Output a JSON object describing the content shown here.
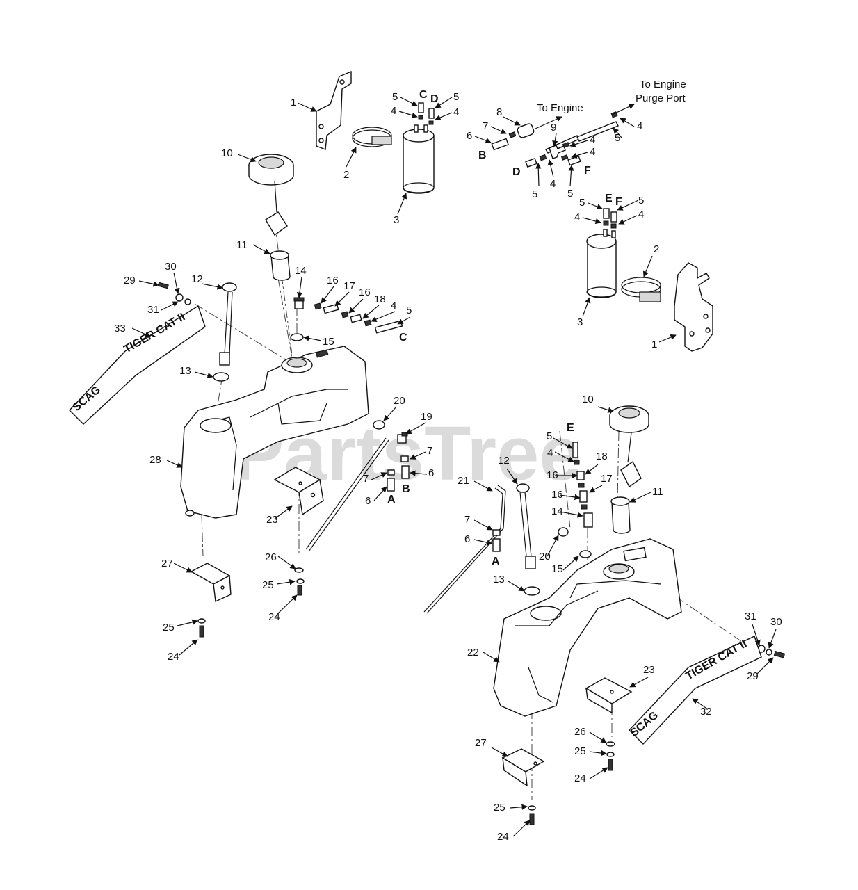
{
  "watermark": "PartsTree",
  "annotations": {
    "to_engine": "To Engine",
    "to_engine_purge_1": "To Engine",
    "to_engine_purge_2": "Purge Port"
  },
  "callouts": {
    "c1a": "1",
    "c2a": "2",
    "c3a": "3",
    "c5a": "5",
    "c5b": "5",
    "c4a": "4",
    "c4b": "4",
    "lCa": "C",
    "lDa": "D",
    "c8": "8",
    "c7a": "7",
    "c6a": "6",
    "lBa": "B",
    "c9": "9",
    "c4c": "4",
    "c4d": "4",
    "c5c": "5",
    "c5d": "5",
    "c4e": "4",
    "lDb": "D",
    "lFa": "F",
    "c4f": "4",
    "c5e": "5",
    "c5f": "5",
    "c5g": "5",
    "lEa": "E",
    "lFb": "F",
    "c4g": "4",
    "c4h": "4",
    "c2b": "2",
    "c3b": "3",
    "c1b": "1",
    "c10a": "10",
    "c11a": "11",
    "c14a": "14",
    "c16a": "16",
    "c17a": "17",
    "c16b": "16",
    "c18a": "18",
    "c4i": "4",
    "c5h": "5",
    "lCb": "C",
    "c29a": "29",
    "c30a": "30",
    "c31a": "31",
    "c12a": "12",
    "c33": "33",
    "c15a": "15",
    "c13a": "13",
    "c20a": "20",
    "c19": "19",
    "c7b": "7",
    "c7c": "7",
    "c6b": "6",
    "c6c": "6",
    "lAa": "A",
    "lBb": "B",
    "c28": "28",
    "c23a": "23",
    "c26a": "26",
    "c25a": "25",
    "c24a": "24",
    "c27a": "27",
    "c25b": "25",
    "c24b": "24",
    "c10b": "10",
    "lEb": "E",
    "c5i": "5",
    "c4j": "4",
    "c18b": "18",
    "c16c": "16",
    "c17b": "17",
    "c16d": "16",
    "c14b": "14",
    "c11b": "11",
    "c12b": "12",
    "c21": "21",
    "c7d": "7",
    "c6d": "6",
    "lAb": "A",
    "c20b": "20",
    "c15b": "15",
    "c13b": "13",
    "c31b": "31",
    "c30b": "30",
    "c29b": "29",
    "c22": "22",
    "c23b": "23",
    "c32": "32",
    "c26b": "26",
    "c25c": "25",
    "c24c": "24",
    "c27b": "27",
    "c25d": "25",
    "c24d": "24"
  },
  "decals": {
    "left_brand": "SCAG",
    "left_model": "TIGER CAT II",
    "right_brand": "SCAG",
    "right_model": "TIGER CAT II"
  }
}
